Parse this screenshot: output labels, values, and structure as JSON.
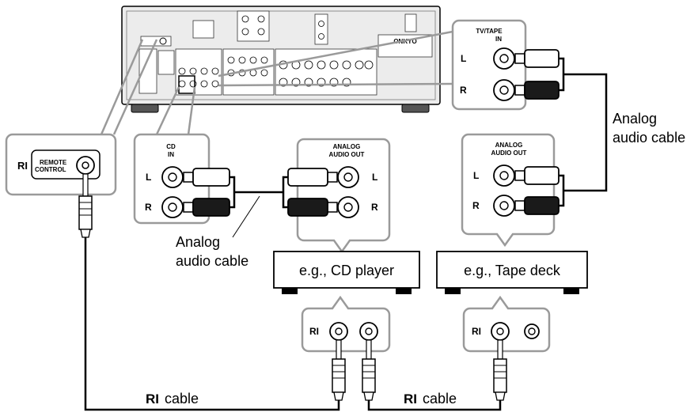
{
  "receiver": {
    "brand": "ONKYO",
    "remote_port_label": "REMOTE CONTROL",
    "cd_in_label": "CD IN",
    "tv_tape_label": "TV/TAPE",
    "in_label": "IN",
    "left": "L",
    "right": "R",
    "ri_logo": "RI"
  },
  "cd_player": {
    "analog_out_line1": "ANALOG",
    "analog_out_line2": "AUDIO OUT",
    "device_label": "e.g., CD player"
  },
  "tape_deck": {
    "analog_out_line1": "ANALOG",
    "analog_out_line2": "AUDIO OUT",
    "device_label": "e.g., Tape deck"
  },
  "cables": {
    "analog_left_line1": "Analog",
    "analog_left_line2": "audio cable",
    "analog_right_line1": "Analog",
    "analog_right_line2": "audio cable",
    "ri_cable_left": "cable",
    "ri_cable_right": "cable",
    "ri_symbol": "RI"
  },
  "colors": {
    "line": "#000000",
    "callout_border": "#9a9a9a",
    "receiver_fill": "#ececec",
    "plug_dark": "#1a1a1a"
  }
}
